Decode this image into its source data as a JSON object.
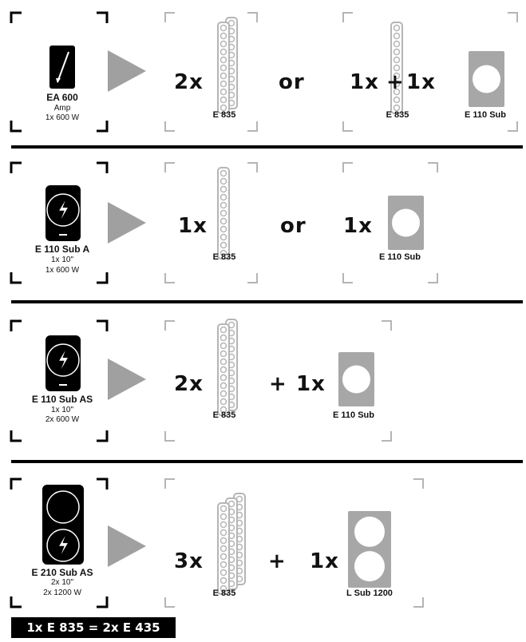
{
  "rows": [
    {
      "source": {
        "name": "EA 600",
        "spec1": "Amp",
        "spec2": "1x 600 W"
      },
      "option1_count": "2x",
      "connector": "or",
      "option2_count_a": "1x",
      "plus": "+",
      "option2_count_b": "1x",
      "label_a": "E 835",
      "label_b": "E 835",
      "label_c": "E 110 Sub"
    },
    {
      "source": {
        "name": "E 110 Sub A",
        "spec1": "1x 10\"",
        "spec2": "1x 600 W"
      },
      "option1_count": "1x",
      "connector": "or",
      "option2_count": "1x",
      "label_a": "E 835",
      "label_b": "E 110 Sub"
    },
    {
      "source": {
        "name": "E 110 Sub AS",
        "spec1": "1x 10\"",
        "spec2": "2x 600 W"
      },
      "count_a": "2x",
      "plus": "+",
      "count_b": "1x",
      "label_a": "E 835",
      "label_b": "E 110 Sub"
    },
    {
      "source": {
        "name": "E 210 Sub AS",
        "spec1": "2x 10\"",
        "spec2": "2x 1200 W"
      },
      "count_a": "3x",
      "plus": "+",
      "count_b": "1x",
      "label_a": "E 835",
      "label_b": "L Sub 1200"
    }
  ],
  "footnote": "1x E 835 = 2x E 435",
  "colors": {
    "line": "#000000",
    "device": "#000000",
    "speaker_grey": "#a7a7a7",
    "arrow_grey": "#a0a0a0",
    "bracket_grey": "#b5b5b5"
  },
  "icons": [
    "amp-icon",
    "subwoofer-amp-icon",
    "arrow-icon",
    "column-speaker-icon",
    "subwoofer-icon"
  ]
}
